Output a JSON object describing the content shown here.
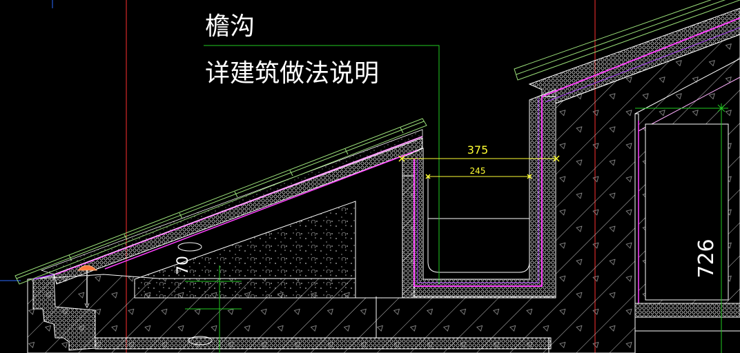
{
  "drawing": {
    "note_line1": "檐沟",
    "note_line2": "详建筑做法说明",
    "dim_outer_width": "375",
    "dim_inner_width": "245",
    "dim_vertical": "726",
    "dim_small": "70"
  },
  "colors": {
    "background": "#000000",
    "slab_outline": "#ffffff",
    "insulation": "#e8e8e8",
    "membrane": "#ff40ff",
    "purple_edge": "#b040ff",
    "tile": "#9be07a",
    "dimension": "#ffff33",
    "leader": "#22cc22",
    "red_line": "#ff3030",
    "fill_dots": "#bdbdbd"
  }
}
